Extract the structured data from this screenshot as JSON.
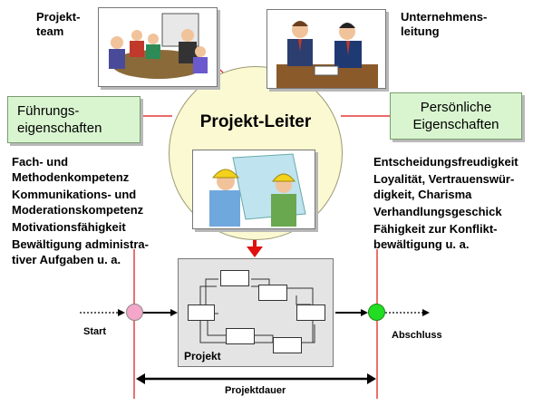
{
  "roles": {
    "project_team": "Projekt-\nteam",
    "management": "Unternehmens-\nleitung",
    "leader": "Projekt-Leiter"
  },
  "boxes": {
    "leadership": "Führungs-\neigenschaften",
    "personal": "Persönliche\nEigenschaften"
  },
  "left_list": [
    "Fach- und\nMethodenkompetenz",
    "Kommunikations- und\nModerationskompetenz",
    "Motivationsfähigkeit",
    "Bewältigung administra-\ntiver Aufgaben u. a."
  ],
  "right_list": [
    "Entscheidungsfreudigkeit",
    "Loyalität, Vertrauenswür-\ndigkeit, Charisma",
    "Verhandlungsgeschick",
    "Fähigkeit zur Konflikt-\nbewältigung u. a."
  ],
  "flow": {
    "start": "Start",
    "end": "Abschluss",
    "project": "Projekt",
    "duration": "Projektdauer"
  },
  "colors": {
    "start_dot": "#f4a7c8",
    "end_dot": "#22dd22",
    "red": "#e01010",
    "green_box": "#d9f5d0",
    "circle": "#fbf9d2"
  }
}
